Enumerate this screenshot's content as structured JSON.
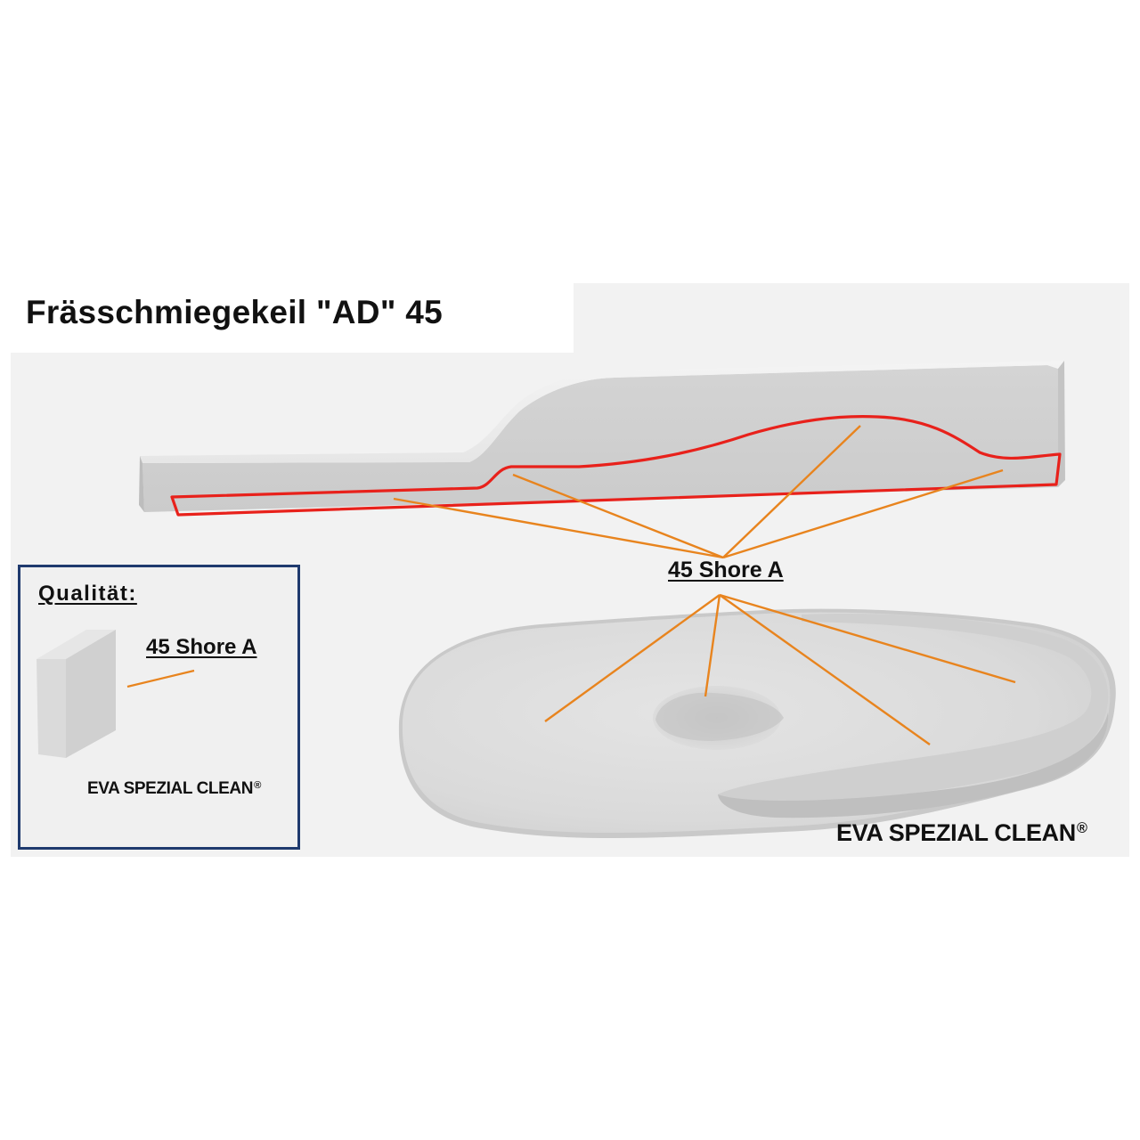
{
  "title": "Frässchmiegekeil \"AD\" 45",
  "center_label": "45 Shore A",
  "insole_material": {
    "name": "EVA SPEZIAL CLEAN",
    "mark": "®"
  },
  "quality_box": {
    "title": "Qualität:",
    "hardness": "45 Shore A",
    "material": "EVA SPEZIAL CLEAN",
    "mark": "®"
  },
  "colors": {
    "outline_red": "#e8211b",
    "leader_orange": "#e8841e",
    "box_border": "#1f3a6e",
    "foam_grey": "#d6d6d6"
  }
}
